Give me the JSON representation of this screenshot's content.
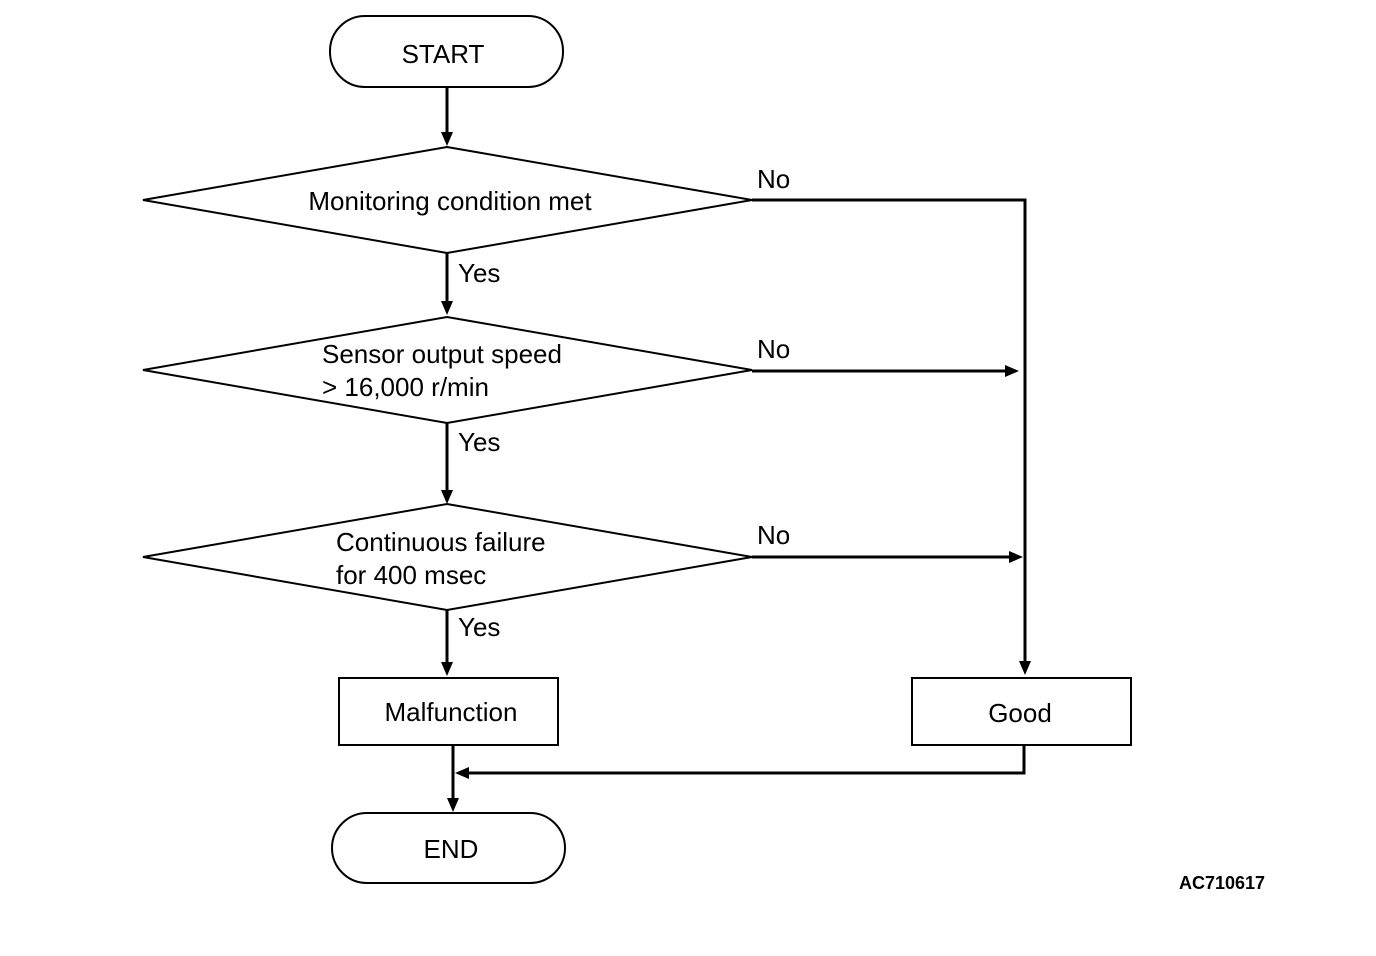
{
  "flowchart": {
    "start": "START",
    "end": "END",
    "decisions": [
      {
        "lines": [
          "Monitoring condition met"
        ],
        "yes": "Yes",
        "no": "No"
      },
      {
        "lines": [
          "Sensor output speed",
          "> 16,000 r/min"
        ],
        "yes": "Yes",
        "no": "No"
      },
      {
        "lines": [
          "Continuous failure",
          "for 400 msec"
        ],
        "yes": "Yes",
        "no": "No"
      }
    ],
    "outcomes": {
      "malfunction": "Malfunction",
      "good": "Good"
    },
    "figure_id": "AC710617"
  },
  "colors": {
    "stroke": "#000000",
    "background": "#ffffff"
  }
}
